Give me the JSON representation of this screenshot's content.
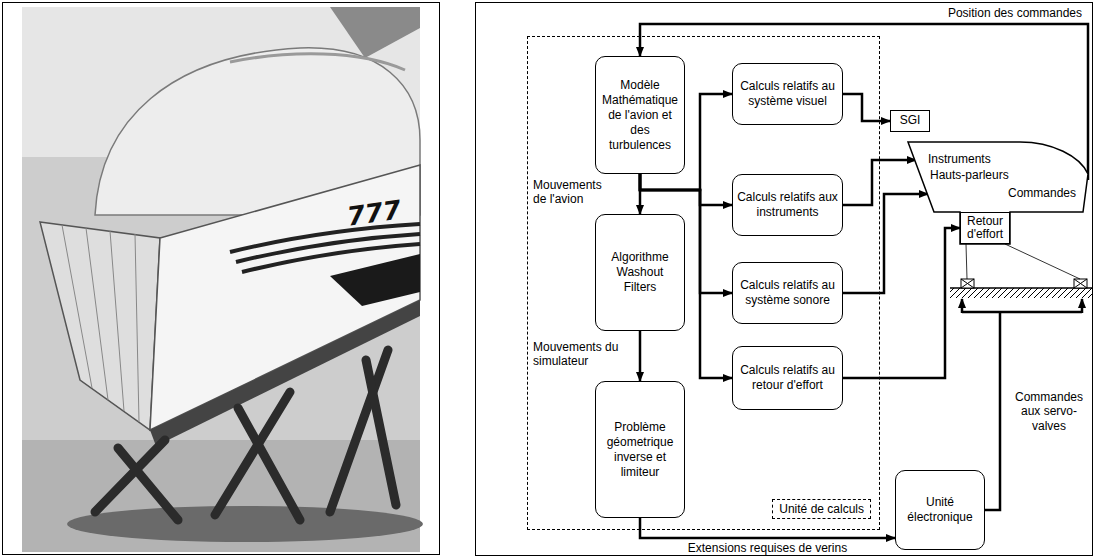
{
  "diagram": {
    "nodes": [
      {
        "text": [
          "Unité de calculs"
        ]
      },
      {
        "text": [
          "Modèle Mathématique de l'avion et des turbulences"
        ],
        "in": 0
      },
      {
        "text": [
          "Algorithme Washout Filters"
        ],
        "in": 0
      },
      {
        "text": [
          "Problème géometrique inverse et limiteur"
        ],
        "in": 0
      },
      {
        "text": [
          "Calculs relatifs au système visuel"
        ],
        "in": 0
      },
      {
        "text": [
          "Calculs relatifs aux instruments"
        ],
        "in": 0
      },
      {
        "text": [
          "Calculs relatifs au système sonore"
        ],
        "in": 0
      },
      {
        "text": [
          "Calculs relatifs au retour d'effort"
        ],
        "in": 0
      },
      {
        "text": [
          "SGI"
        ]
      },
      {
        "text": [
          "Instruments",
          "Hauts-parleurs",
          "Commandes"
        ]
      },
      {
        "text": [
          "Retour d'effort"
        ],
        "in": 9
      },
      {
        "text": [
          "Unité électronique"
        ]
      }
    ],
    "edges": [
      {
        "from": 9,
        "to": 1,
        "arrow": "to",
        "label": "Position des commandes"
      },
      {
        "from": 1,
        "to": 2,
        "arrow": "to"
      },
      {
        "from": 1,
        "to": 4,
        "arrow": "to"
      },
      {
        "from": 1,
        "to": 5,
        "arrow": "to"
      },
      {
        "from": 1,
        "to": 6,
        "arrow": "to"
      },
      {
        "from": 1,
        "to": 7,
        "arrow": "to"
      },
      {
        "from": 2,
        "to": 3,
        "arrow": "to"
      },
      {
        "from": 4,
        "to": 8,
        "arrow": "to"
      },
      {
        "from": 5,
        "to": 9,
        "arrow": "to"
      },
      {
        "from": 6,
        "to": 9,
        "arrow": "to"
      },
      {
        "from": 7,
        "to": 10,
        "arrow": "to"
      },
      {
        "from": 3,
        "to": 11,
        "arrow": "to",
        "label": "Extensions requises de verins"
      }
    ],
    "labels": [
      "Mouvements de l'avion",
      "Mouvements du simulateur",
      "Commandes aux servo-valves",
      "777"
    ]
  }
}
